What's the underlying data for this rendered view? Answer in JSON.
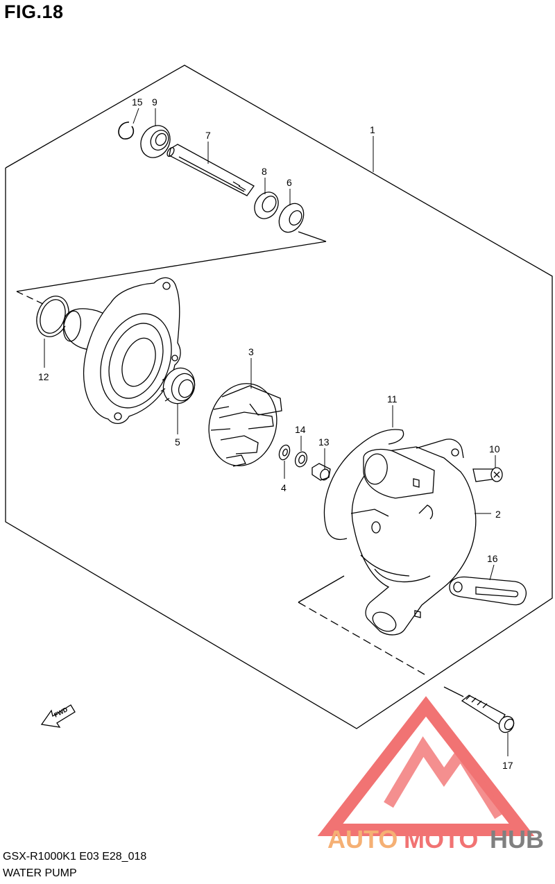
{
  "figure_label": "FIG.18",
  "model_code": "GSX-R1000K1 E03 E28_018",
  "assembly_name": "WATER PUMP",
  "fwd_label": "FWD",
  "watermark": {
    "part1": "AUTO",
    "part2": "MOTO",
    "part3": "HUB",
    "color_accent": "#f4a35c",
    "color_red": "#ef5b5b",
    "color_dark": "#6b6b6b"
  },
  "callouts": [
    "1",
    "2",
    "3",
    "4",
    "5",
    "6",
    "7",
    "8",
    "9",
    "10",
    "11",
    "12",
    "13",
    "14",
    "15",
    "16",
    "17"
  ]
}
